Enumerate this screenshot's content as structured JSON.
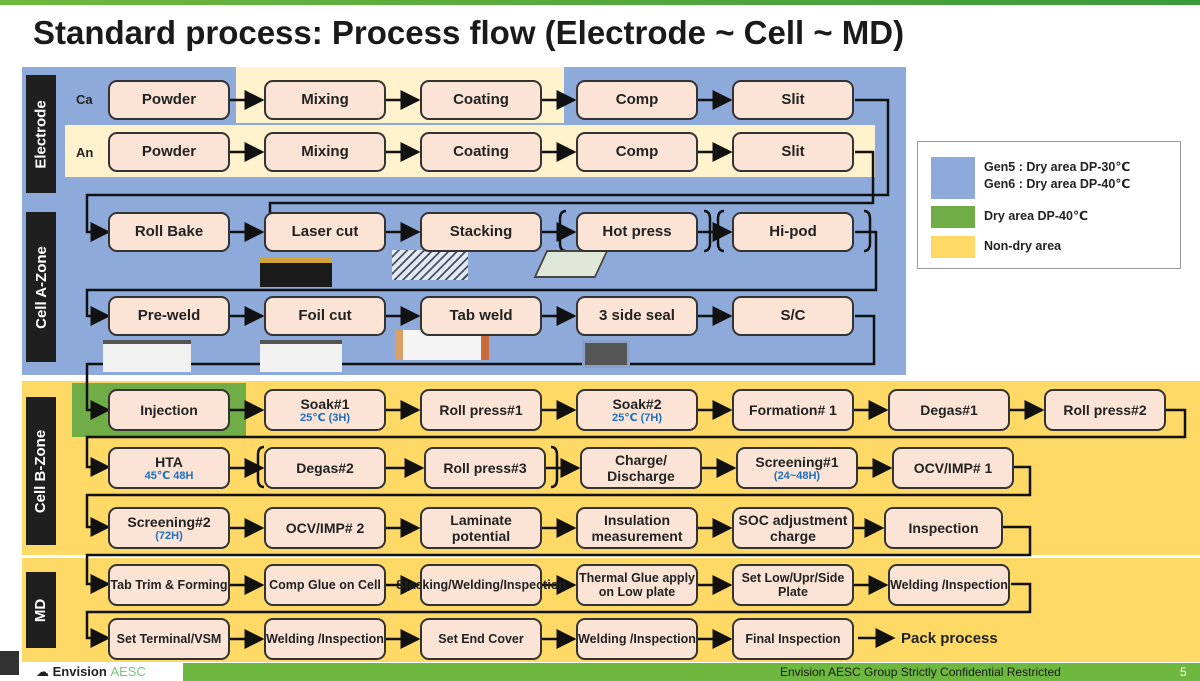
{
  "title": "Standard process: Process flow (Electrode ~ Cell ~ MD)",
  "zones": {
    "electrode": "Electrode",
    "cell_a": "Cell A-Zone",
    "cell_b": "Cell B-Zone",
    "md": "MD"
  },
  "row_tags": {
    "ca": "Ca",
    "an": "An"
  },
  "legend": {
    "gen5": "Gen5 : Dry area DP-30℃",
    "gen6": "Gen6 : Dry area DP-40℃",
    "dry40": "Dry area DP-40℃",
    "nondry": "Non-dry area",
    "colors": {
      "dry_blue": "#8eaadb",
      "dry_green": "#70ad47",
      "non_dry": "#ffd966"
    }
  },
  "electrode_ca": [
    "Powder",
    "Mixing",
    "Coating",
    "Comp",
    "Slit"
  ],
  "electrode_an": [
    "Powder",
    "Mixing",
    "Coating",
    "Comp",
    "Slit"
  ],
  "cell_a_row1": [
    "Roll Bake",
    "Laser cut",
    "Stacking",
    "Hot press",
    "Hi-pod"
  ],
  "cell_a_row2": [
    "Pre-weld",
    "Foil cut",
    "Tab weld",
    "3 side seal",
    "S/C"
  ],
  "cell_b_row1": [
    {
      "label": "Injection",
      "sub": ""
    },
    {
      "label": "Soak#1",
      "sub": "25℃ (3H)"
    },
    {
      "label": "Roll press#1",
      "sub": ""
    },
    {
      "label": "Soak#2",
      "sub": "25℃ (7H)"
    },
    {
      "label": "Formation# 1",
      "sub": ""
    },
    {
      "label": "Degas#1",
      "sub": ""
    },
    {
      "label": "Roll press#2",
      "sub": ""
    }
  ],
  "cell_b_row2": [
    {
      "label": "HTA",
      "sub": "45℃ 48H"
    },
    {
      "label": "Degas#2",
      "sub": ""
    },
    {
      "label": "Roll press#3",
      "sub": ""
    },
    {
      "label": "Charge/ Discharge",
      "sub": ""
    },
    {
      "label": "Screening#1",
      "sub": "(24~48H)"
    },
    {
      "label": "OCV/IMP# 1",
      "sub": ""
    }
  ],
  "cell_b_row3": [
    {
      "label": "Screening#2",
      "sub": "(72H)"
    },
    {
      "label": "OCV/IMP# 2",
      "sub": ""
    },
    {
      "label": "Laminate potential",
      "sub": ""
    },
    {
      "label": "Insulation measurement",
      "sub": ""
    },
    {
      "label": "SOC adjustment charge",
      "sub": ""
    },
    {
      "label": "Inspection",
      "sub": ""
    }
  ],
  "md_row1": [
    "Tab Trim & Forming",
    "Comp Glue on Cell",
    "Stacking/Welding/Inspection",
    "Thermal Glue apply on Low plate",
    "Set Low/Upr/Side Plate",
    "Welding /Inspection"
  ],
  "md_row2": [
    "Set Terminal/VSM",
    "Welding /Inspection",
    "Set End Cover",
    "Welding /Inspection",
    "Final Inspection"
  ],
  "pack_process": "Pack process",
  "footer": {
    "brand": "Envision",
    "brand_suffix": "AESC",
    "confidential": "Envision AESC Group Strictly Confidential Restricted",
    "page": "5"
  }
}
